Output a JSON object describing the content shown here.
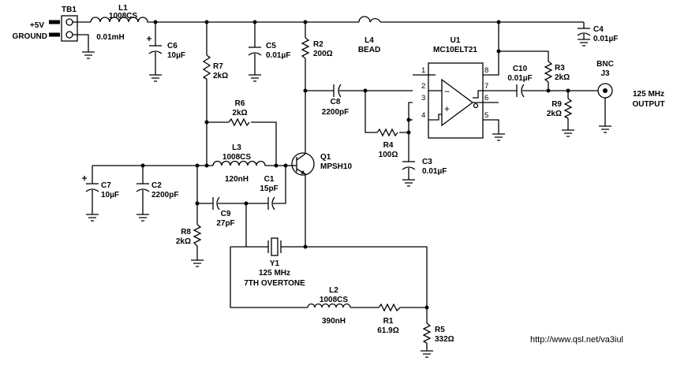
{
  "labels": {
    "TB1": "TB1",
    "plus5v": "+5V",
    "ground": "GROUND",
    "L1": [
      "L1",
      "1008CS",
      "0.01mH"
    ],
    "C6": [
      "C6",
      "10µF"
    ],
    "R7": [
      "R7",
      "2kΩ"
    ],
    "C5": [
      "C5",
      "0.01µF"
    ],
    "R2": [
      "R2",
      "200Ω"
    ],
    "L4": [
      "L4",
      "BEAD"
    ],
    "U1": [
      "U1",
      "MC10ELT21"
    ],
    "C4": [
      "C4",
      "0.01µF"
    ],
    "C10": [
      "C10",
      "0.01µF"
    ],
    "R3": [
      "R3",
      "2kΩ"
    ],
    "BNC": [
      "BNC",
      "J3"
    ],
    "output": [
      "125 MHz",
      "OUTPUT"
    ],
    "R9": [
      "R9",
      "2kΩ"
    ],
    "C8": [
      "C8",
      "2200pF"
    ],
    "R6": [
      "R6",
      "2kΩ"
    ],
    "L3": [
      "L3",
      "1008CS",
      "120nH"
    ],
    "C1": [
      "C1",
      "15pF"
    ],
    "Q1": [
      "Q1",
      "MPSH10"
    ],
    "R4": [
      "R4",
      "100Ω"
    ],
    "C3": [
      "C3",
      "0.01µF"
    ],
    "C7": [
      "C7",
      "10µF"
    ],
    "C2": [
      "C2",
      "2200pF"
    ],
    "C9": [
      "C9",
      "27pF"
    ],
    "R8": [
      "R8",
      "2kΩ"
    ],
    "Y1": [
      "Y1",
      "125 MHz",
      "7TH OVERTONE"
    ],
    "L2": [
      "L2",
      "1008CS",
      "390nH"
    ],
    "R1": [
      "R1",
      "61.9Ω"
    ],
    "R5": [
      "R5",
      "332Ω"
    ],
    "url": "http://www.qsl.net/va3iul"
  },
  "pins": {
    "p1": "1",
    "p2": "2",
    "p3": "3",
    "p4": "4",
    "p5": "5",
    "p6": "6",
    "p7": "7",
    "p8": "8",
    "minus": "−",
    "plus": "+"
  }
}
